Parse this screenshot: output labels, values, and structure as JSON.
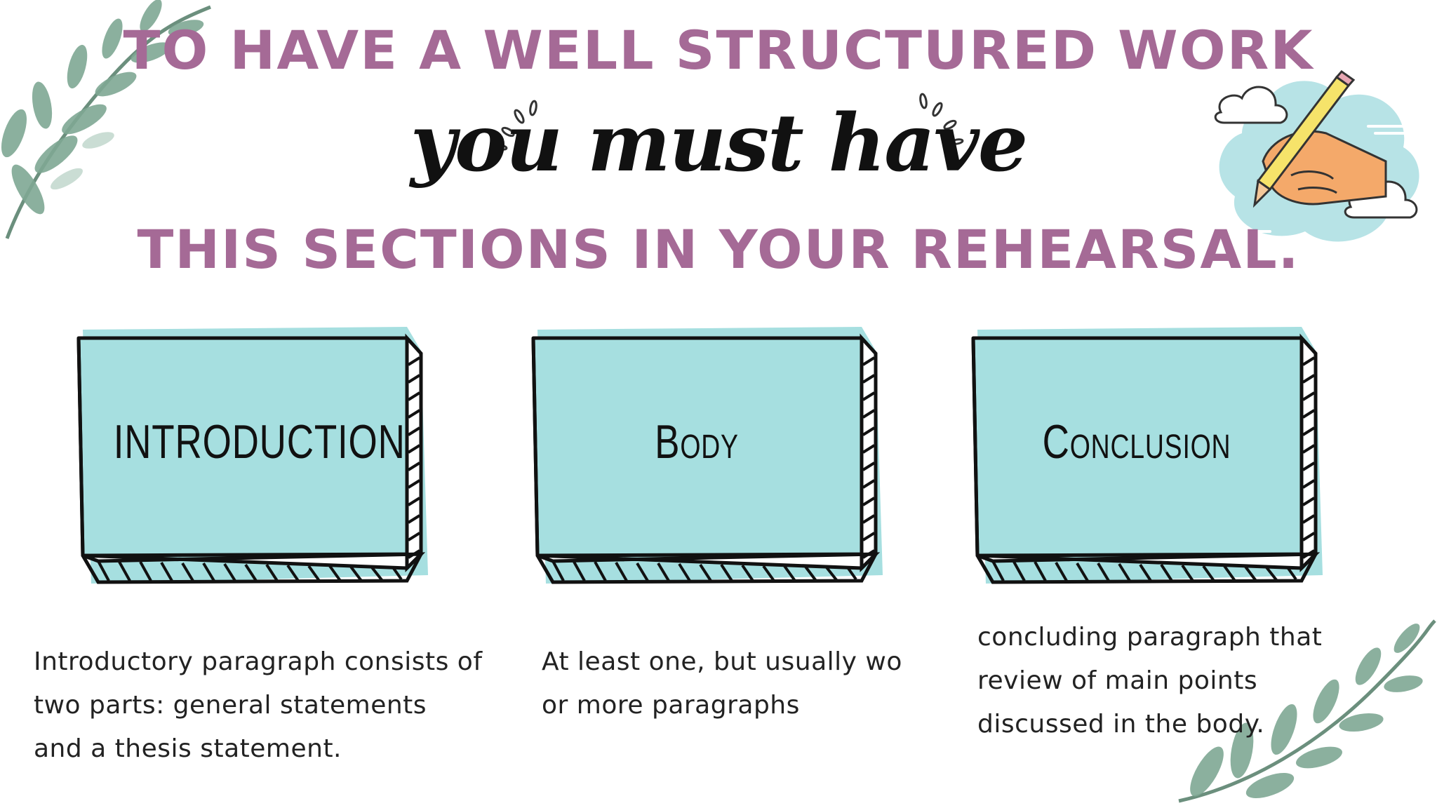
{
  "heading": {
    "line1": "TO HAVE A WELL STRUCTURED WORK",
    "line2": "you must have",
    "line3": "THIS SECTIONS IN YOUR REHEARSAL."
  },
  "cards": [
    {
      "label": "INTRODUCTION",
      "description": [
        "Introductory paragraph consists of",
        "two parts:  general statements",
        "and a thesis statement."
      ]
    },
    {
      "label": "Body",
      "description": [
        "At least one, but usually wo",
        "or more paragraphs"
      ]
    },
    {
      "label": "Conclusion",
      "description": [
        "concluding paragraph that",
        "review of main points",
        "discussed in the body."
      ]
    }
  ],
  "colors": {
    "heading_purple": "#a56a96",
    "card_teal": "#a6dfe0",
    "ink": "#111111",
    "leaf_green": "#6f9a86"
  },
  "icons": {
    "top_left": "eucalyptus-leaves-icon",
    "bottom_right": "eucalyptus-leaves-icon",
    "top_right": "hand-writing-with-pencil-icon"
  }
}
